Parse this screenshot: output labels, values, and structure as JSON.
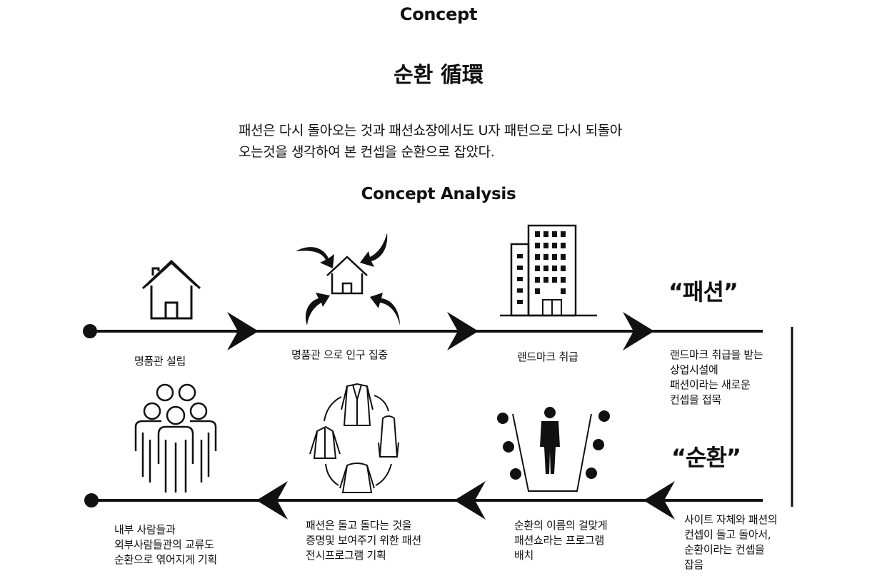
{
  "header": {
    "title": "Concept",
    "subtitle": "순환 循環",
    "description_line1": "패션은 다시 돌아오는 것과 패션쇼장에서도 U자 패턴으로 다시 되돌아",
    "description_line2": "오는것을 생각하여 본 컨셉을 순환으로 잡았다.",
    "analysis_title": "Concept Analysis"
  },
  "top_row": {
    "step1": "명품관 설립",
    "step2": "명품관 으로  인구 집중",
    "step3": "랜드마크 취급",
    "keyword": "“패션”",
    "result_lines": [
      "랜드마크 취급을 받는",
      "상업시설에",
      "패션이라는 새로운",
      "컨셉을 접목"
    ]
  },
  "bottom_row": {
    "keyword": "“순환”",
    "result_lines": [
      "사이트 자체와 패션의",
      "컨셉이 돌고 돌아서,",
      "순환이라는 컨셉을",
      "잡음"
    ],
    "step_show": [
      "순환의 이름의 걸맞게",
      "패션쇼라는 프로그램",
      "배치"
    ],
    "step_exhibit": [
      "패션은 돌고 돌다는 것을",
      "증명및 보여주기  위한 패션",
      "전시프로그램 기획"
    ],
    "step_people": [
      "내부 사람들과",
      "외부사람들관의 교류도",
      "순환으로 엮어지게 기획"
    ]
  },
  "colors": {
    "ink": "#111111",
    "background": "#ffffff"
  }
}
